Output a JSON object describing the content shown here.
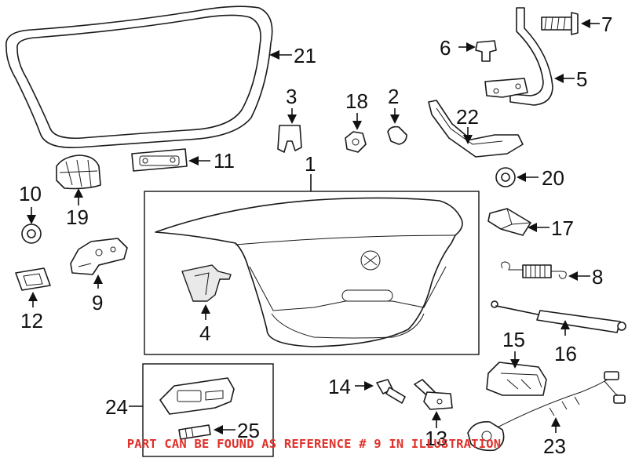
{
  "callouts": {
    "c1": "1",
    "c2": "2",
    "c3": "3",
    "c4": "4",
    "c5": "5",
    "c6": "6",
    "c7": "7",
    "c8": "8",
    "c9": "9",
    "c10": "10",
    "c11": "11",
    "c12": "12",
    "c13": "13",
    "c14": "14",
    "c15": "15",
    "c16": "16",
    "c17": "17",
    "c18": "18",
    "c19": "19",
    "c20": "20",
    "c21": "21",
    "c22": "22",
    "c23": "23",
    "c24": "24",
    "c25": "25"
  },
  "notice": "PART CAN BE FOUND AS REFERENCE # 9 IN ILLUSTRATION",
  "colors": {
    "notice": "#e0302a",
    "linework": "#1a1a1a"
  }
}
